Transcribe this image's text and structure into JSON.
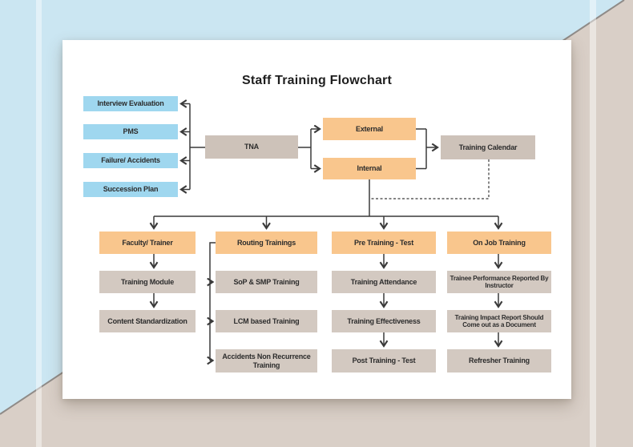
{
  "title": "Staff Training Flowchart",
  "palette": {
    "box_blue": "#9fd7ef",
    "box_orange": "#f9c68d",
    "box_tan": "#cdc2b9",
    "box_gray": "#d3c9c1",
    "background_blue": "#cbe6f2",
    "background_tan": "#d9cfc7",
    "connector_line": "#3a3a3a"
  },
  "inputs": [
    "Interview Evaluation",
    "PMS",
    "Failure/ Accidents",
    "Succession Plan"
  ],
  "tna": "TNA",
  "branch": {
    "external": "External",
    "internal": "Internal"
  },
  "calendar": "Training Calendar",
  "columns": [
    {
      "header": "Faculty/ Trainer",
      "items": [
        "Training Module",
        "Content Standardization"
      ]
    },
    {
      "header": "Routing Trainings",
      "items": [
        "SoP & SMP Training",
        "LCM based Training",
        "Accidents Non Recurrence Training"
      ]
    },
    {
      "header": "Pre Training - Test",
      "items": [
        "Training Attendance",
        "Training Effectiveness",
        "Post Training - Test"
      ]
    },
    {
      "header": "On Job Training",
      "items": [
        "Trainee Performance Reported By Instructor",
        "Training Impact Report Should Come out as a Document",
        "Refresher Training"
      ]
    }
  ]
}
